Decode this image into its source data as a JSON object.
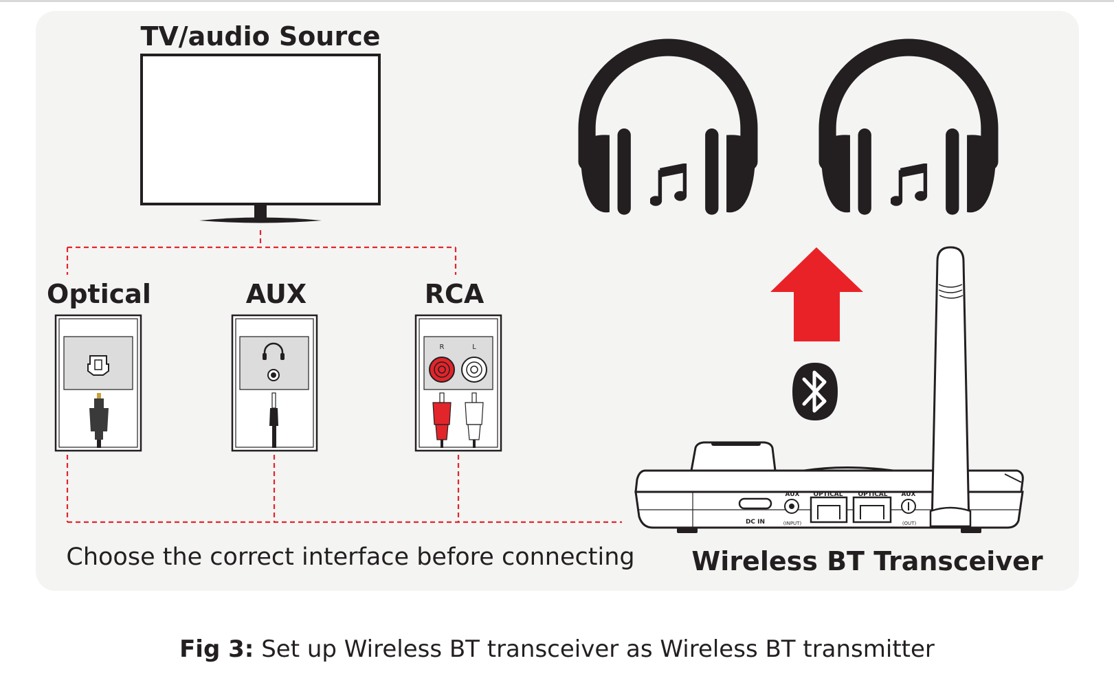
{
  "title": "TV/audio Source",
  "ports": [
    {
      "label": "Optical"
    },
    {
      "label": "AUX"
    },
    {
      "label": "RCA",
      "channel_right": "R",
      "channel_left": "L"
    }
  ],
  "instruction": "Choose the correct interface before connecting",
  "device": {
    "label": "Wireless BT Transceiver",
    "ports": {
      "dc_in": "DC IN",
      "aux_in": "AUX",
      "aux_in_sub": "(INPUT)",
      "optical_in": "OPTICAL",
      "optical_out": "OPTICAL",
      "aux_out": "AUX",
      "aux_out_sub": "(OUT)"
    }
  },
  "caption": {
    "prefix": "Fig 3:",
    "text": "Set up Wireless BT transceiver as Wireless BT transmitter"
  },
  "colors": {
    "panel": "#f4f4f3",
    "outline": "#231f20",
    "dashed_line": "#e1252b",
    "arrow": "#e92227",
    "rca_red": "#e1252b",
    "rca_white": "#ffffff"
  },
  "icons": [
    "tv-icon",
    "optical-port-icon",
    "headphone-jack-icon",
    "rca-jack-icon",
    "headphones-icon",
    "music-note-icon",
    "bluetooth-icon",
    "arrow-up-icon",
    "antenna-icon"
  ]
}
